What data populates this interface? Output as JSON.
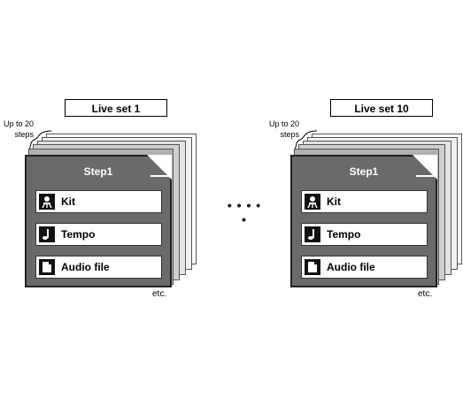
{
  "ellipsis": "• • • • •",
  "diagrams": [
    {
      "liveset_label": "Live set 1",
      "steps_note_line1": "Up to 20",
      "steps_note_line2": "steps",
      "step_title": "Step1",
      "items": [
        {
          "label": "Kit",
          "icon": "kit-icon"
        },
        {
          "label": "Tempo",
          "icon": "note-icon"
        },
        {
          "label": "Audio file",
          "icon": "document-icon"
        }
      ],
      "etc": "etc."
    },
    {
      "liveset_label": "Live set 10",
      "steps_note_line1": "Up to 20",
      "steps_note_line2": "steps",
      "step_title": "Step1",
      "items": [
        {
          "label": "Kit",
          "icon": "kit-icon"
        },
        {
          "label": "Tempo",
          "icon": "note-icon"
        },
        {
          "label": "Audio file",
          "icon": "document-icon"
        }
      ],
      "etc": "etc."
    }
  ]
}
